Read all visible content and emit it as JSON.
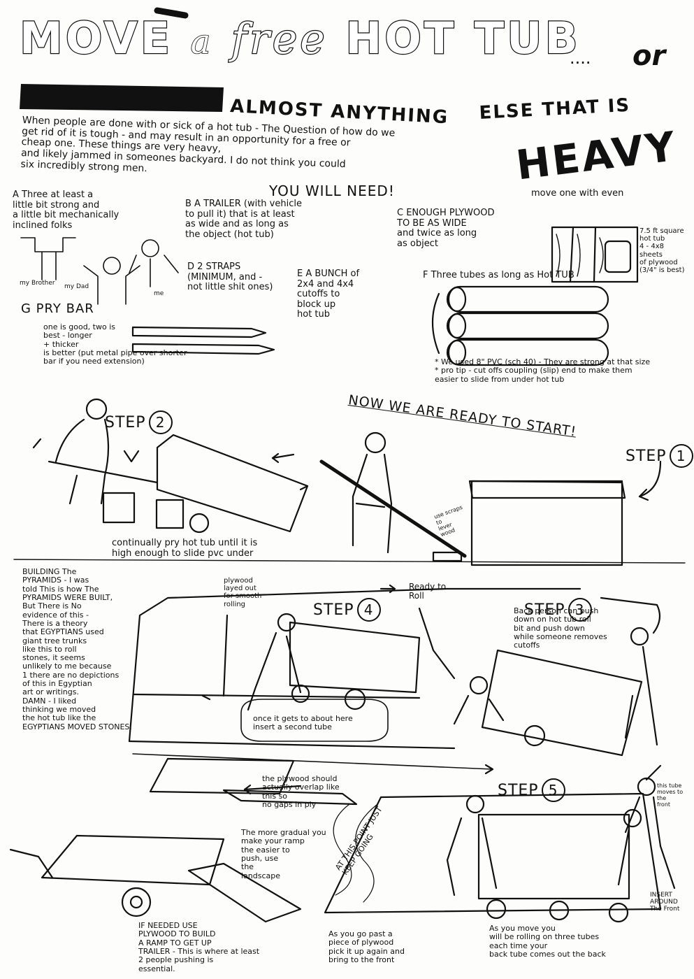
{
  "colors": {
    "ink": "#111111",
    "paper": "#fdfdfb"
  },
  "title": {
    "move": "MOVE",
    "a": "a",
    "free": "free",
    "hot_tub": "HOT TUB",
    "dots": "....",
    "or": "or",
    "almost": "ALMOST ANYTHING",
    "else": "ELSE THAT IS",
    "heavy": "HEAVY"
  },
  "intro": "When people are done with or sick of a hot tub - The Question of how do we\nget rid of it is tough - and may result in an opportunity for a free or\ncheap one. These things are very heavy,\nand likely jammed in someones backyard. I do not think you could\nsix incredibly strong men.",
  "intro_tail": "move one with even",
  "you_will_need": "YOU WILL NEED!",
  "items": {
    "a": "A Three at least a\nlittle bit strong and\na little bit mechanically\ninclined folks",
    "a_labels": {
      "brother": "my Brother",
      "dad": "my Dad",
      "me": "me"
    },
    "b": "B A TRAILER (with vehicle\nto pull it) that is at least\nas wide and as long as\nthe object (hot tub)",
    "c": "C ENOUGH PLYWOOD\nTO BE AS WIDE\nand twice as long\nas object",
    "c_note": "7.5 ft square hot tub\n4 - 4x8\nsheets\nof plywood\n(3/4\" is best)",
    "d": "D 2 STRAPS\n(MINIMUM, and -\nnot little shit ones)",
    "e": "E A BUNCH of\n2x4 and 4x4\ncutoffs to\nblock up\nhot tub",
    "f": "F Three tubes as long as Hot TUB",
    "f_note": "* We used 8\" PVC (sch 40) - They are strong at that size\n* pro tip - cut offs coupling (slip) end to make them\neasier to slide from under hot tub",
    "g": "G PRY BAR",
    "g_note": "one is good, two is\nbest - longer\n+ thicker\nis better (put metal pipe over shorter\nbar if you need extension)"
  },
  "ready": "NOW WE ARE READY TO START!",
  "step1": {
    "label": "STEP",
    "num": "1"
  },
  "step1_note": "use scraps\nto\nlever\nwood",
  "step2": {
    "label": "STEP",
    "num": "2"
  },
  "step2_caption": "continually pry hot tub until it is\nhigh enough to slide pvc under",
  "pyramids": "BUILDING The\nPYRAMIDS - I was\ntold This is how The\nPYRAMIDS WERE BUILT,\nBut There is No\nevidence of this -\nThere is a theory\nthat EGYPTIANS used\ngiant tree trunks\nlike this to roll\nstones, it seems\nunlikely to me because\n1 there are no depictions\nof this in Egyptian\nart or writings.\nDAMN - I liked\nthinking we moved\nthe hot tub like the\nEGYPTIANS MOVED STONES.",
  "step3": {
    "label": "STEP",
    "num": "3"
  },
  "step3_note": "Back person can push\ndown on hot tub roll\nbit and push down\nwhile someone removes\ncutoffs",
  "step4": {
    "label": "STEP",
    "num": "4",
    "ready": "Ready to\nRoll"
  },
  "step4_note": "plywood\nlayed out\nfor smooth\nrolling",
  "second_tube": "once it gets to about here\ninsert a second tube",
  "step5": {
    "label": "STEP",
    "num": "5"
  },
  "overlap": "the plywood should\nactually overlap like\nthis so\nno gaps in ply",
  "gradual": "The more gradual you\nmake your ramp\nthe easier to\npush, use\nthe\nlandscape",
  "keep_going": "AT THIS POINT JUST\nKEEP GOING",
  "tube_note": "this tube\nmoves to\nthe\nfront",
  "insert_front": "INSERT\nAROUND\nThe Front",
  "ramp": "IF NEEDED USE\nPLYWOOD TO BUILD\nA RAMP TO GET UP\nTRAILER - This is where at least\n2 people pushing is\nessential.",
  "past_piece": "As you go past a\npiece of plywood\npick it up again and\nbring to the front",
  "rolling": "As you move you\nwill be rolling on three tubes\neach time your\nback tube comes out the back"
}
